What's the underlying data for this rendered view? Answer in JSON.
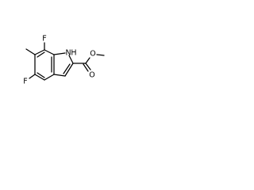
{
  "molecule": {
    "atoms": {
      "fluorine_top": "F",
      "fluorine_left": "F",
      "nitrogen": "N",
      "hydrogen": "H",
      "carbonyl_oxygen": "O",
      "ester_oxygen": "O"
    }
  }
}
